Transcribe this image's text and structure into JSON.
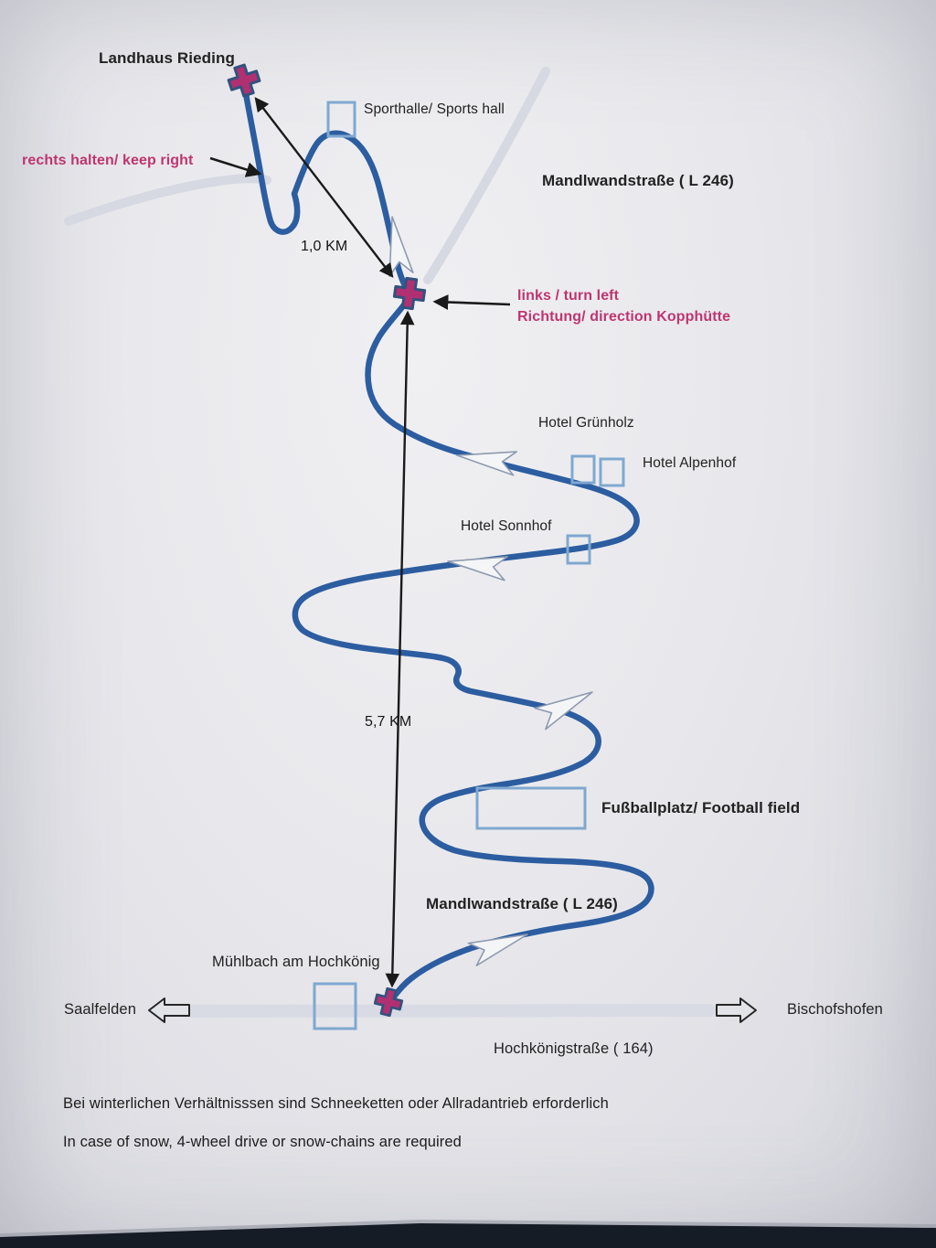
{
  "document": {
    "kind": "photographed paper route sketch",
    "destination": "Landhaus Rieding"
  },
  "labels": {
    "landhaus": "Landhaus Rieding",
    "sporthalle": "Sporthalle/ Sports hall",
    "keep_right": "rechts halten/ keep right",
    "mandlwand_top": "Mandlwandstraße (  L 246)",
    "km1": "1,0  KM",
    "turn_left_1": "links / turn left",
    "turn_left_2": "Richtung/ direction Kopphütte",
    "hotel_gruenholz": "Hotel Grünholz",
    "hotel_alpenhof": "Hotel Alpenhof",
    "hotel_sonnhof": "Hotel Sonnhof",
    "km57": "5,7  KM",
    "fussballplatz": "Fußballplatz/  Football field",
    "mandlwand_bottom": "Mandlwandstraße (  L 246)",
    "muehlbach": "Mühlbach am Hochkönig",
    "saalfelden": "Saalfelden",
    "bischofshofen": "Bischofshofen",
    "hochkoenigstrasse": "Hochkönigstraße ( 164)",
    "note_de": "Bei winterlichen Verhältnisssen sind Schneeketten oder Allradantrieb erforderlich",
    "note_en": "In case of snow, 4-wheel drive or snow-chains are required"
  },
  "colors": {
    "route_blue": "#2c5da0",
    "accent_magenta": "#bf3570",
    "marker_fill": "#b03071",
    "marker_outline": "#33527d",
    "building_blue": "#7fa8d0",
    "minor_road": "#d6d8e2",
    "paper": "#e7e7eb",
    "ink": "#1f1f1f"
  }
}
